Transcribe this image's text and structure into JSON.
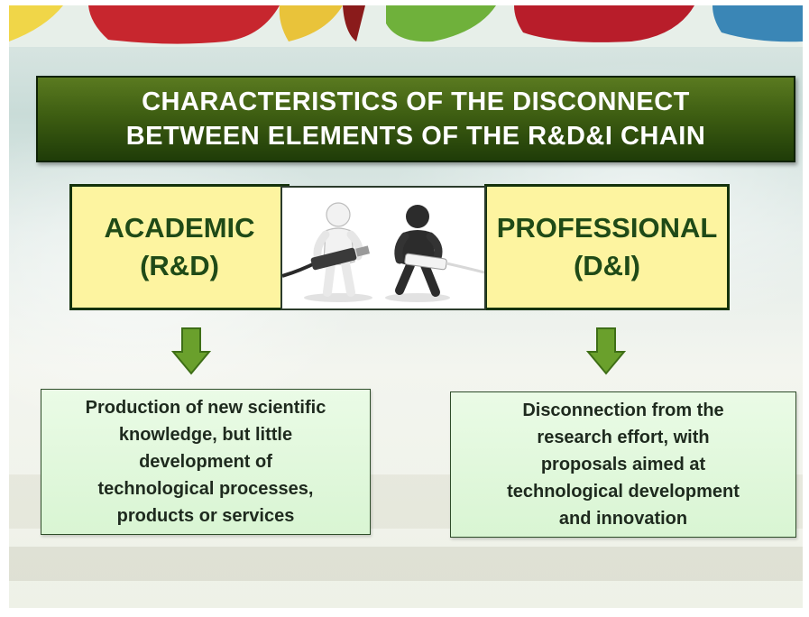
{
  "title": {
    "line1": "CHARACTERISTICS OF THE DISCONNECT",
    "line2": "BETWEEN ELEMENTS OF THE R&D&I CHAIN"
  },
  "left_box": {
    "line1": "ACADEMIC",
    "line2": "(R&D)"
  },
  "right_box": {
    "line1": "PROFESSIONAL",
    "line2": "(D&I)"
  },
  "left_description": "Production of new scientific\nknowledge, but little\ndevelopment of\ntechnological processes,\nproducts or services",
  "right_description": "Disconnection from the\nresearch effort, with\nproposals aimed at\ntechnological development\nand innovation",
  "colors": {
    "title_bg": "#3e5e12",
    "yellow_box": "#fdf4a0",
    "text_green": "#1f4a17",
    "arrow": "#6aa02c",
    "description_bg": "#e0f7da"
  },
  "icons": {
    "center_image": "two-figures-disconnected-usb-cable-icon",
    "arrow": "down-arrow-icon"
  }
}
